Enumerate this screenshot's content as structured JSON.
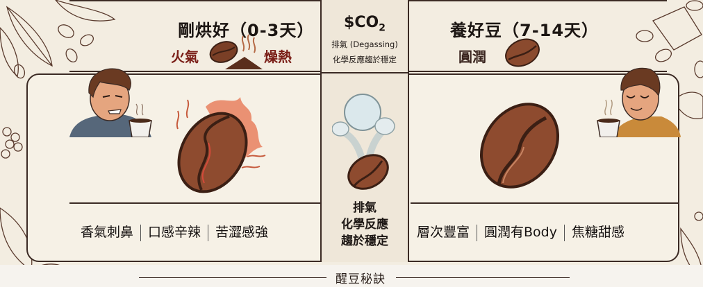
{
  "left_section": {
    "title": "剛烘好（0-3天）",
    "tag_left": "火氣",
    "tag_right": "燥熱",
    "traits": [
      "香氣刺鼻",
      "口感辛辣",
      "苦澀感強"
    ],
    "illustration_person": "grimacing-man-with-coffee-cup",
    "illustration_bean": "fiery-coffee-bean"
  },
  "center_section": {
    "title": "$CO",
    "title_subscript": "2",
    "subtitle_line1": "排氣 (Degassing)",
    "subtitle_line2": "化學反應趨於穩定",
    "bottom_line1": "排氣",
    "bottom_line2": "化學反應",
    "bottom_line3": "趨於穩定",
    "illustration": "coffee-bean-releasing-gas-bubble"
  },
  "right_section": {
    "title": "養好豆（7-14天）",
    "tag": "圓潤",
    "traits": [
      "層次豐富",
      "圓潤有Body",
      "焦糖甜感"
    ],
    "illustration_person": "smiling-man-with-coffee-cup",
    "illustration_bean": "rested-coffee-bean"
  },
  "footer": {
    "label": "醒豆秘訣"
  },
  "colors": {
    "background": "#f3ede1",
    "border": "#3b2a24",
    "accent_red": "#7a1e17",
    "bean_brown": "#8a4a2e",
    "flame": "#e0603a"
  }
}
